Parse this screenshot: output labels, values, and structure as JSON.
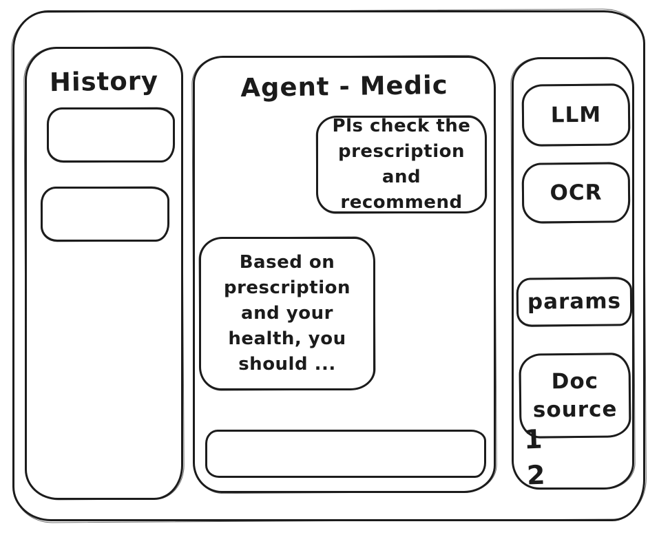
{
  "history_panel": {
    "title": "History",
    "items": [
      {
        "label": ""
      },
      {
        "label": ""
      }
    ]
  },
  "chat_panel": {
    "title": "Agent - Medic",
    "messages": [
      {
        "role": "user",
        "text": "Pls check the\nprescription\nand recommend"
      },
      {
        "role": "agent",
        "text": "Based on\nprescription\nand your\nhealth, you\nshould ..."
      }
    ],
    "input": {
      "value": "",
      "placeholder": ""
    }
  },
  "tools_panel": {
    "buttons": [
      {
        "label": "LLM"
      },
      {
        "label": "OCR"
      },
      {
        "label": "params"
      },
      {
        "label": "Doc source"
      }
    ],
    "doc_sources": [
      {
        "label": "1"
      },
      {
        "label": "2"
      }
    ]
  },
  "colors": {
    "stroke": "#1c1c1c",
    "background": "#ffffff",
    "text": "#1b1b1b"
  }
}
